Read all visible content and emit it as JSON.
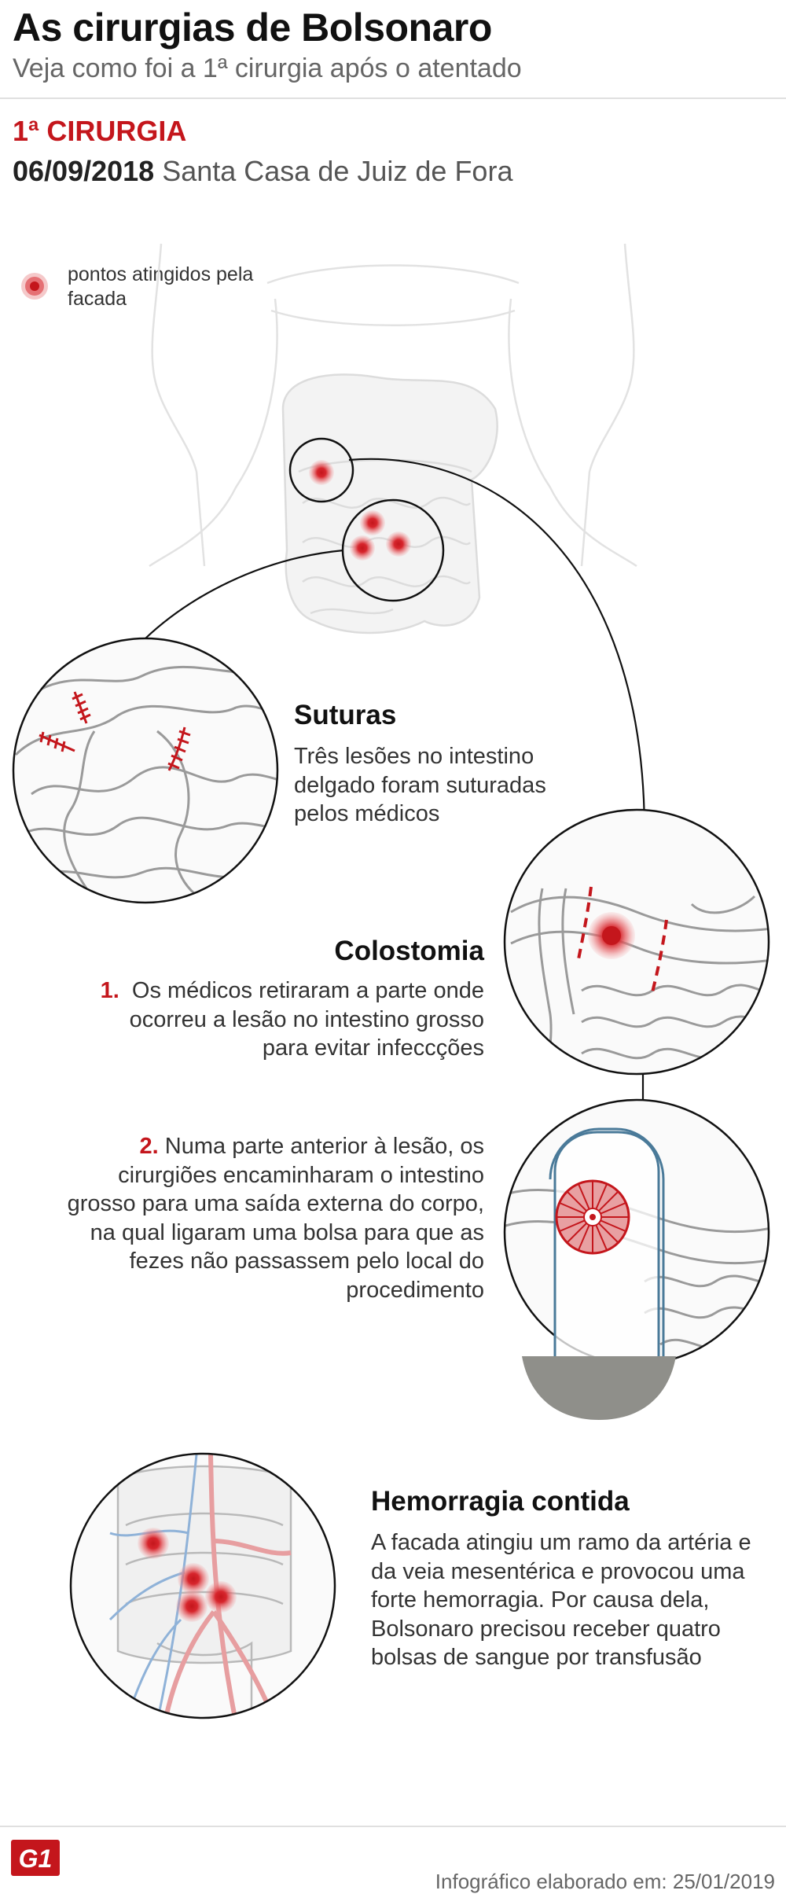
{
  "header": {
    "title": "As cirurgias de Bolsonaro",
    "subtitle": "Veja como foi a 1ª cirurgia após o atentado"
  },
  "section": {
    "label": "1ª CIRURGIA",
    "date": "06/09/2018",
    "place": "Santa Casa de Juiz de Fora"
  },
  "legend": {
    "text": "pontos atingidos pela facada",
    "color": "#d7262d"
  },
  "suturas": {
    "title": "Suturas",
    "text": "Três lesões no intestino delgado foram suturadas pelos médicos"
  },
  "colostomia": {
    "title": "Colostomia",
    "step1_num": "1.",
    "step1_text": "Os médicos retiraram a parte onde ocorreu a lesão no intestino grosso para evitar infeccções",
    "step2_num": "2.",
    "step2_text": "Numa parte anterior à lesão, os cirurgiões encaminharam o intestino grosso para uma saída externa do corpo, na qual ligaram uma bolsa para que as fezes não passassem pelo local do procedimento"
  },
  "hemorragia": {
    "title": "Hemorragia contida",
    "text": "A facada atingiu um ramo da artéria e da veia mesentérica e provocou uma forte hemorragia. Por causa dela, Bolsonaro precisou receber quatro bolsas de sangue por transfusão"
  },
  "footer": {
    "logo": "G1",
    "credit": "Infográfico elaborado em: 25/01/2019"
  },
  "colors": {
    "accent": "#c4161c",
    "wound": "#d7262d",
    "stoma_outline": "#4a7a99",
    "bag_fill": "#8f8f8a"
  }
}
